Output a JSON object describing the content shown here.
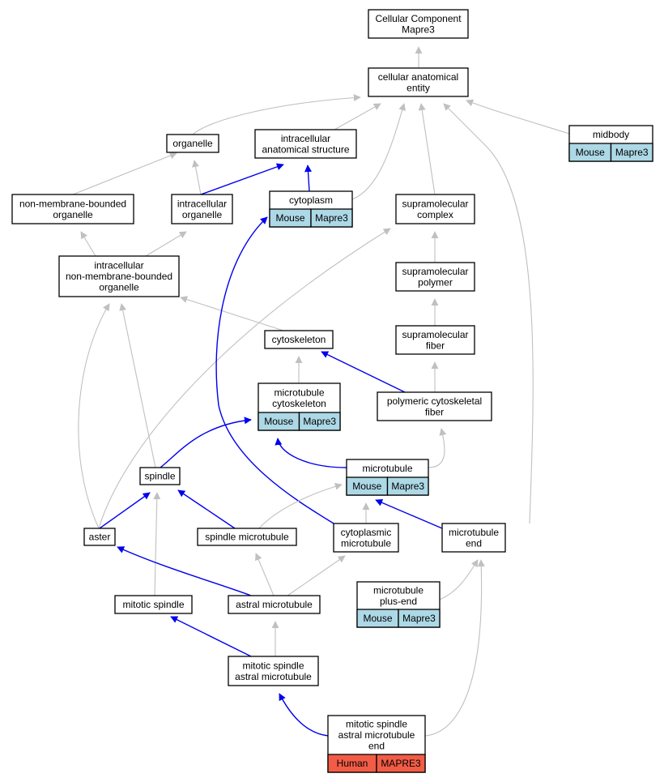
{
  "colors": {
    "edge_is_a": "#c0c0c0",
    "edge_part_of": "#0000ee",
    "mouse_annotation": "#add8e6",
    "human_annotation": "#f25c46"
  },
  "nodes": [
    {
      "id": "cc",
      "label": [
        "Cellular Component",
        "Mapre3"
      ]
    },
    {
      "id": "cae",
      "label": [
        "cellular anatomical",
        "entity"
      ]
    },
    {
      "id": "organelle",
      "label": [
        "organelle"
      ]
    },
    {
      "id": "ias",
      "label": [
        "intracellular",
        "anatomical structure"
      ]
    },
    {
      "id": "midbody",
      "label": [
        "midbody"
      ],
      "annotation": {
        "species": "Mouse",
        "gene": "Mapre3",
        "color": "mouse"
      }
    },
    {
      "id": "nmbo",
      "label": [
        "non-membrane-bounded",
        "organelle"
      ]
    },
    {
      "id": "io",
      "label": [
        "intracellular",
        "organelle"
      ]
    },
    {
      "id": "cytoplasm",
      "label": [
        "cytoplasm"
      ],
      "annotation": {
        "species": "Mouse",
        "gene": "Mapre3",
        "color": "mouse"
      }
    },
    {
      "id": "smc",
      "label": [
        "supramolecular",
        "complex"
      ]
    },
    {
      "id": "inmbo",
      "label": [
        "intracellular",
        "non-membrane-bounded",
        "organelle"
      ]
    },
    {
      "id": "smp",
      "label": [
        "supramolecular",
        "polymer"
      ]
    },
    {
      "id": "cytoskeleton",
      "label": [
        "cytoskeleton"
      ]
    },
    {
      "id": "smf",
      "label": [
        "supramolecular",
        "fiber"
      ]
    },
    {
      "id": "mtcs",
      "label": [
        "microtubule",
        "cytoskeleton"
      ],
      "annotation": {
        "species": "Mouse",
        "gene": "Mapre3",
        "color": "mouse"
      }
    },
    {
      "id": "pcf",
      "label": [
        "polymeric cytoskeletal",
        "fiber"
      ]
    },
    {
      "id": "spindle",
      "label": [
        "spindle"
      ]
    },
    {
      "id": "microtubule",
      "label": [
        "microtubule"
      ],
      "annotation": {
        "species": "Mouse",
        "gene": "Mapre3",
        "color": "mouse"
      }
    },
    {
      "id": "aster",
      "label": [
        "aster"
      ]
    },
    {
      "id": "smt",
      "label": [
        "spindle microtubule"
      ]
    },
    {
      "id": "cmt",
      "label": [
        "cytoplasmic",
        "microtubule"
      ]
    },
    {
      "id": "mte",
      "label": [
        "microtubule",
        "end"
      ]
    },
    {
      "id": "ms",
      "label": [
        "mitotic spindle"
      ]
    },
    {
      "id": "amt",
      "label": [
        "astral microtubule"
      ]
    },
    {
      "id": "mtpe",
      "label": [
        "microtubule",
        "plus-end"
      ],
      "annotation": {
        "species": "Mouse",
        "gene": "Mapre3",
        "color": "mouse"
      }
    },
    {
      "id": "msamt",
      "label": [
        "mitotic spindle",
        "astral microtubule"
      ]
    },
    {
      "id": "msamte",
      "label": [
        "mitotic spindle",
        "astral microtubule",
        "end"
      ],
      "annotation": {
        "species": "Human",
        "gene": "MAPRE3",
        "color": "human"
      }
    }
  ],
  "edges": [
    {
      "from": "cae",
      "to": "cc",
      "type": "is_a"
    },
    {
      "from": "organelle",
      "to": "cae",
      "type": "is_a"
    },
    {
      "from": "ias",
      "to": "cae",
      "type": "is_a"
    },
    {
      "from": "midbody",
      "to": "cae",
      "type": "is_a"
    },
    {
      "from": "cytoplasm",
      "to": "cae",
      "type": "is_a"
    },
    {
      "from": "smc",
      "to": "cae",
      "type": "is_a"
    },
    {
      "from": "mte",
      "to": "cae",
      "type": "is_a"
    },
    {
      "from": "nmbo",
      "to": "organelle",
      "type": "is_a"
    },
    {
      "from": "io",
      "to": "organelle",
      "type": "is_a"
    },
    {
      "from": "io",
      "to": "ias",
      "type": "part_of"
    },
    {
      "from": "cytoplasm",
      "to": "ias",
      "type": "part_of"
    },
    {
      "from": "inmbo",
      "to": "nmbo",
      "type": "is_a"
    },
    {
      "from": "inmbo",
      "to": "io",
      "type": "is_a"
    },
    {
      "from": "smp",
      "to": "smc",
      "type": "is_a"
    },
    {
      "from": "aster",
      "to": "smc",
      "type": "is_a"
    },
    {
      "from": "smf",
      "to": "smp",
      "type": "is_a"
    },
    {
      "from": "cytoskeleton",
      "to": "inmbo",
      "type": "is_a"
    },
    {
      "from": "spindle",
      "to": "inmbo",
      "type": "is_a"
    },
    {
      "from": "aster",
      "to": "inmbo",
      "type": "is_a"
    },
    {
      "from": "mtcs",
      "to": "cytoskeleton",
      "type": "is_a"
    },
    {
      "from": "pcf",
      "to": "cytoskeleton",
      "type": "part_of"
    },
    {
      "from": "pcf",
      "to": "smf",
      "type": "is_a"
    },
    {
      "from": "microtubule",
      "to": "mtcs",
      "type": "part_of"
    },
    {
      "from": "spindle",
      "to": "mtcs",
      "type": "part_of"
    },
    {
      "from": "microtubule",
      "to": "pcf",
      "type": "is_a"
    },
    {
      "from": "cmt",
      "to": "cytoplasm",
      "type": "part_of"
    },
    {
      "from": "aster",
      "to": "spindle",
      "type": "part_of"
    },
    {
      "from": "smt",
      "to": "spindle",
      "type": "part_of"
    },
    {
      "from": "ms",
      "to": "spindle",
      "type": "is_a"
    },
    {
      "from": "smt",
      "to": "microtubule",
      "type": "is_a"
    },
    {
      "from": "cmt",
      "to": "microtubule",
      "type": "is_a"
    },
    {
      "from": "mte",
      "to": "microtubule",
      "type": "part_of"
    },
    {
      "from": "amt",
      "to": "aster",
      "type": "part_of"
    },
    {
      "from": "amt",
      "to": "smt",
      "type": "is_a"
    },
    {
      "from": "amt",
      "to": "cmt",
      "type": "is_a"
    },
    {
      "from": "mtpe",
      "to": "mte",
      "type": "is_a"
    },
    {
      "from": "msamt",
      "to": "amt",
      "type": "is_a"
    },
    {
      "from": "msamt",
      "to": "ms",
      "type": "part_of"
    },
    {
      "from": "msamte",
      "to": "msamt",
      "type": "part_of"
    },
    {
      "from": "msamte",
      "to": "mte",
      "type": "is_a"
    }
  ]
}
